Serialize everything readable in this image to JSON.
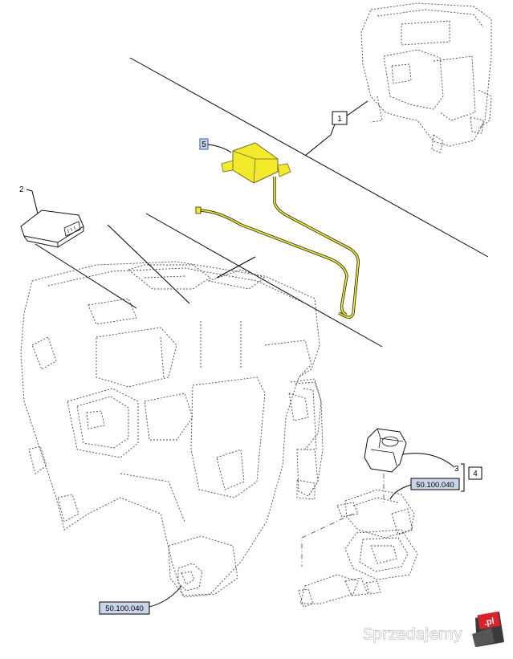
{
  "callouts": {
    "c1": "1",
    "c2": "2",
    "c3": "3",
    "c4": "4",
    "c5": "5"
  },
  "references": {
    "ref_right": "50.100.040",
    "ref_bottom": "50.100.040"
  },
  "watermark": {
    "brand_text": "Sprzedajemy",
    "badge_text": ".pl"
  },
  "colors": {
    "highlight_yellow": "#f2ea2a",
    "reference_box_fill": "#c9d6e9",
    "callout5_box_fill": "#c9d6e9",
    "badge_red": "#d8232a"
  }
}
